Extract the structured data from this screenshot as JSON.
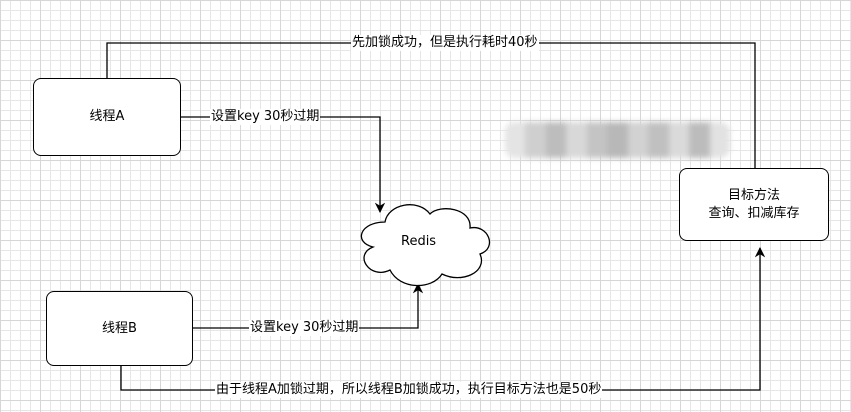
{
  "nodes": {
    "thread_a": {
      "label": "线程A"
    },
    "thread_b": {
      "label": "线程B"
    },
    "redis": {
      "label": "Redis"
    },
    "target": {
      "line1": "目标方法",
      "line2": "查询、扣减库存"
    }
  },
  "edges": {
    "a_to_target": "先加锁成功，但是执行耗时40秒",
    "a_to_redis": "设置key 30秒过期",
    "b_to_redis": "设置key 30秒过期",
    "b_to_target": "由于线程A加锁过期，所以线程B加锁成功，执行目标方法也是50秒"
  },
  "colors": {
    "stroke": "#000000",
    "grid": "#e6e6e6"
  }
}
